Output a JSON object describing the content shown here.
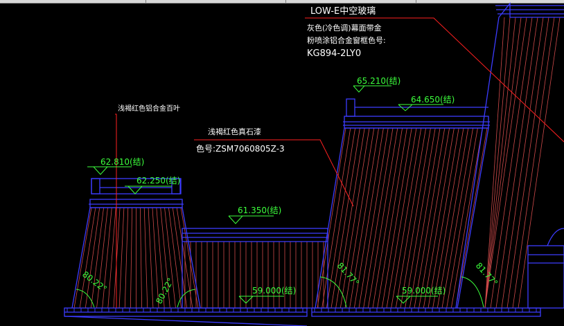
{
  "window": {
    "toolbar_edge": ""
  },
  "annotations": {
    "glass_title": "LOW-E中空玻璃",
    "glass_line1": "灰色(冷色调)幕面带金",
    "glass_line2": "粉喷涂铝合金窗框色号:",
    "glass_code": "KG894-2LY0",
    "louver_label": "浅褐红色铝合金百叶",
    "stone_line1": "浅褐红色真石漆",
    "stone_code": "色号:ZSM7060805Z-3"
  },
  "elevations": {
    "e1": "62.810(结)",
    "e2": "62.250(结)",
    "e3": "61.350(结)",
    "e4": "65.210(结)",
    "e5": "64.650(结)",
    "e6": "59.000(结)",
    "e7": "59.000(结)"
  },
  "angles": {
    "a1": "80.22°",
    "a2": "80.22°",
    "a3": "81.77°",
    "a4": "81.77°"
  },
  "colors": {
    "background": "#000000",
    "outline": "#3c3cff",
    "leader": "#ff2020",
    "hatch": "#d04a4a",
    "dimension": "#3cff3c",
    "text": "#ffffff"
  }
}
